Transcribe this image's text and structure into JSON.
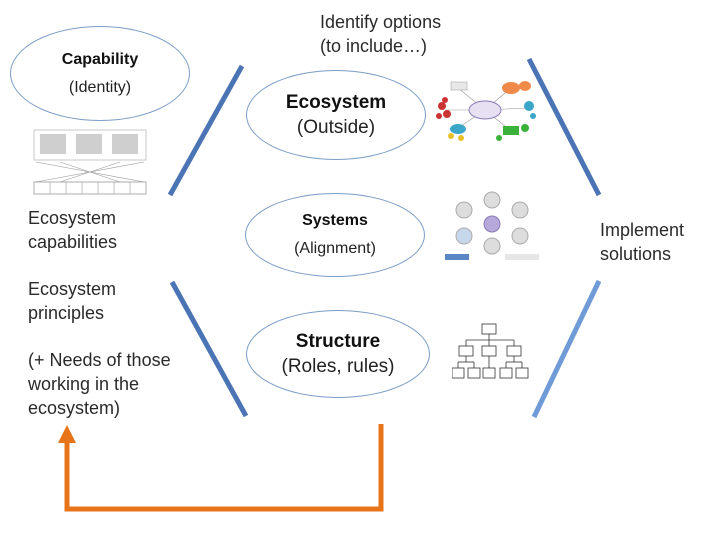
{
  "capability": {
    "title": "Capability",
    "subtitle": "(Identity)"
  },
  "ecosystem_oval": {
    "title": "Ecosystem",
    "subtitle": "(Outside)"
  },
  "systems_oval": {
    "title": "Systems",
    "subtitle": "(Alignment)"
  },
  "structure_oval": {
    "title": "Structure",
    "subtitle": "(Roles, rules)"
  },
  "identify": {
    "line1": "Identify options",
    "line2": "(to include…)"
  },
  "implement": {
    "line1": "Implement",
    "line2": "solutions"
  },
  "left_text": {
    "caps_line1": "Ecosystem",
    "caps_line2": "capabilities",
    "principles_line1": "Ecosystem",
    "principles_line2": "principles",
    "needs_line1": "(+ Needs of those",
    "needs_line2": "working in the",
    "needs_line3": "ecosystem)"
  },
  "colors": {
    "bar_blue": "#4a74b4",
    "bar_light_blue": "#6f9bd6",
    "arrow_orange": "#e8741a",
    "oval_border": "#7a9cc6"
  },
  "icons": [
    "capability-table-thumbnail",
    "ecosystem-map-thumbnail",
    "systems-circle-thumbnail",
    "org-chart-icon"
  ]
}
